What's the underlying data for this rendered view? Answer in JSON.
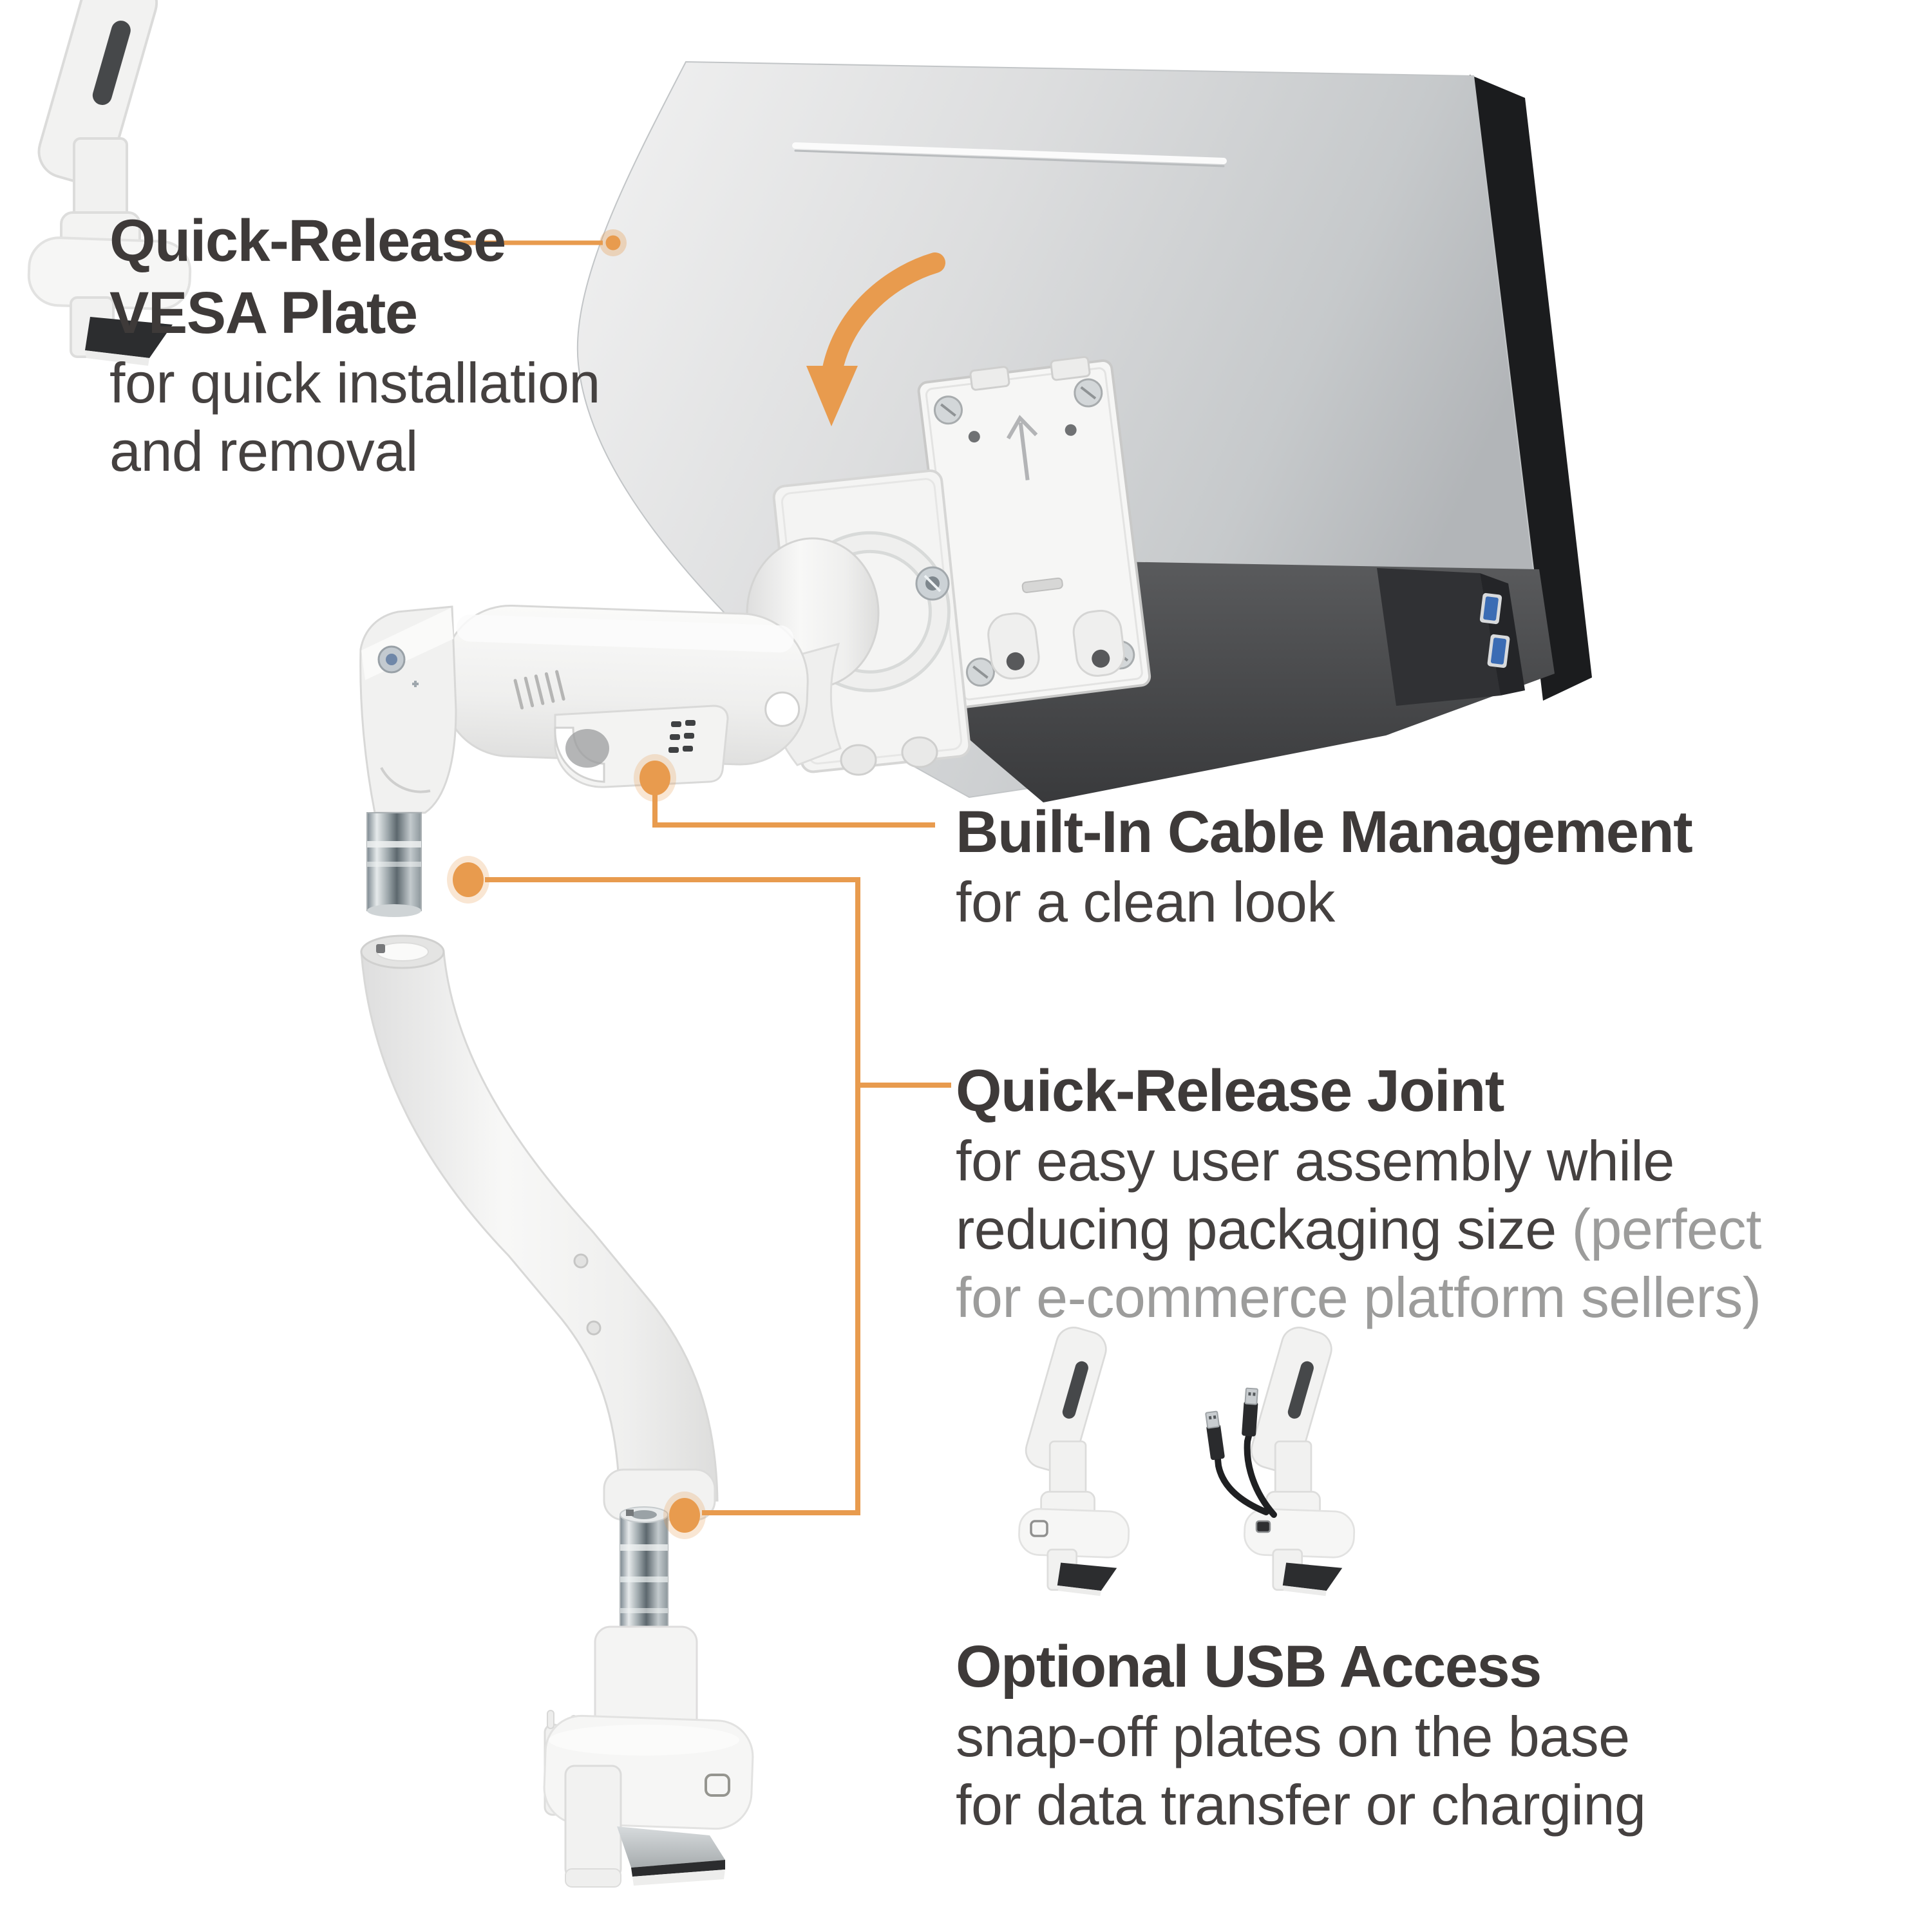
{
  "product": "monitor-arm-feature-infographic",
  "colors": {
    "accent_orange": "#E89B4E",
    "heading_text": "#3E3A39",
    "body_text": "#454140",
    "muted_text": "#9C9C9B",
    "monitor_silver": "#D9DADC",
    "monitor_dark_band": "#454648",
    "monitor_black_edge": "#1B1C1E",
    "usb_port_blue": "#3B6CB4",
    "arm_white": "#F2F2F1",
    "chrome": "#9AA4A9"
  },
  "callouts": {
    "vesa_plate": {
      "title1": "Quick-Release",
      "title2": "VESA Plate",
      "body1": "for quick installation",
      "body2": "and removal"
    },
    "cable_management": {
      "title": "Built-In Cable Management",
      "body": "for a clean look"
    },
    "quick_release_joint": {
      "title": "Quick-Release Joint",
      "body1": "for easy user assembly while",
      "body2_dark": "reducing packaging size ",
      "body2_muted": "(perfect",
      "body3_muted": "for e-commerce platform sellers)"
    },
    "usb_access": {
      "title": "Optional USB Access",
      "body1": "snap-off plates on the base",
      "body2": "for data transfer or charging"
    }
  },
  "icons": {
    "rotate_arrow": "curved orange arrow indicating monitor quick-release rotation",
    "callout_dot": "orange marker dot",
    "usb_ports": "two blue USB 3.0 ports on monitor hub",
    "vesa_up_arrow": "engraved up arrow on VESA plate"
  }
}
